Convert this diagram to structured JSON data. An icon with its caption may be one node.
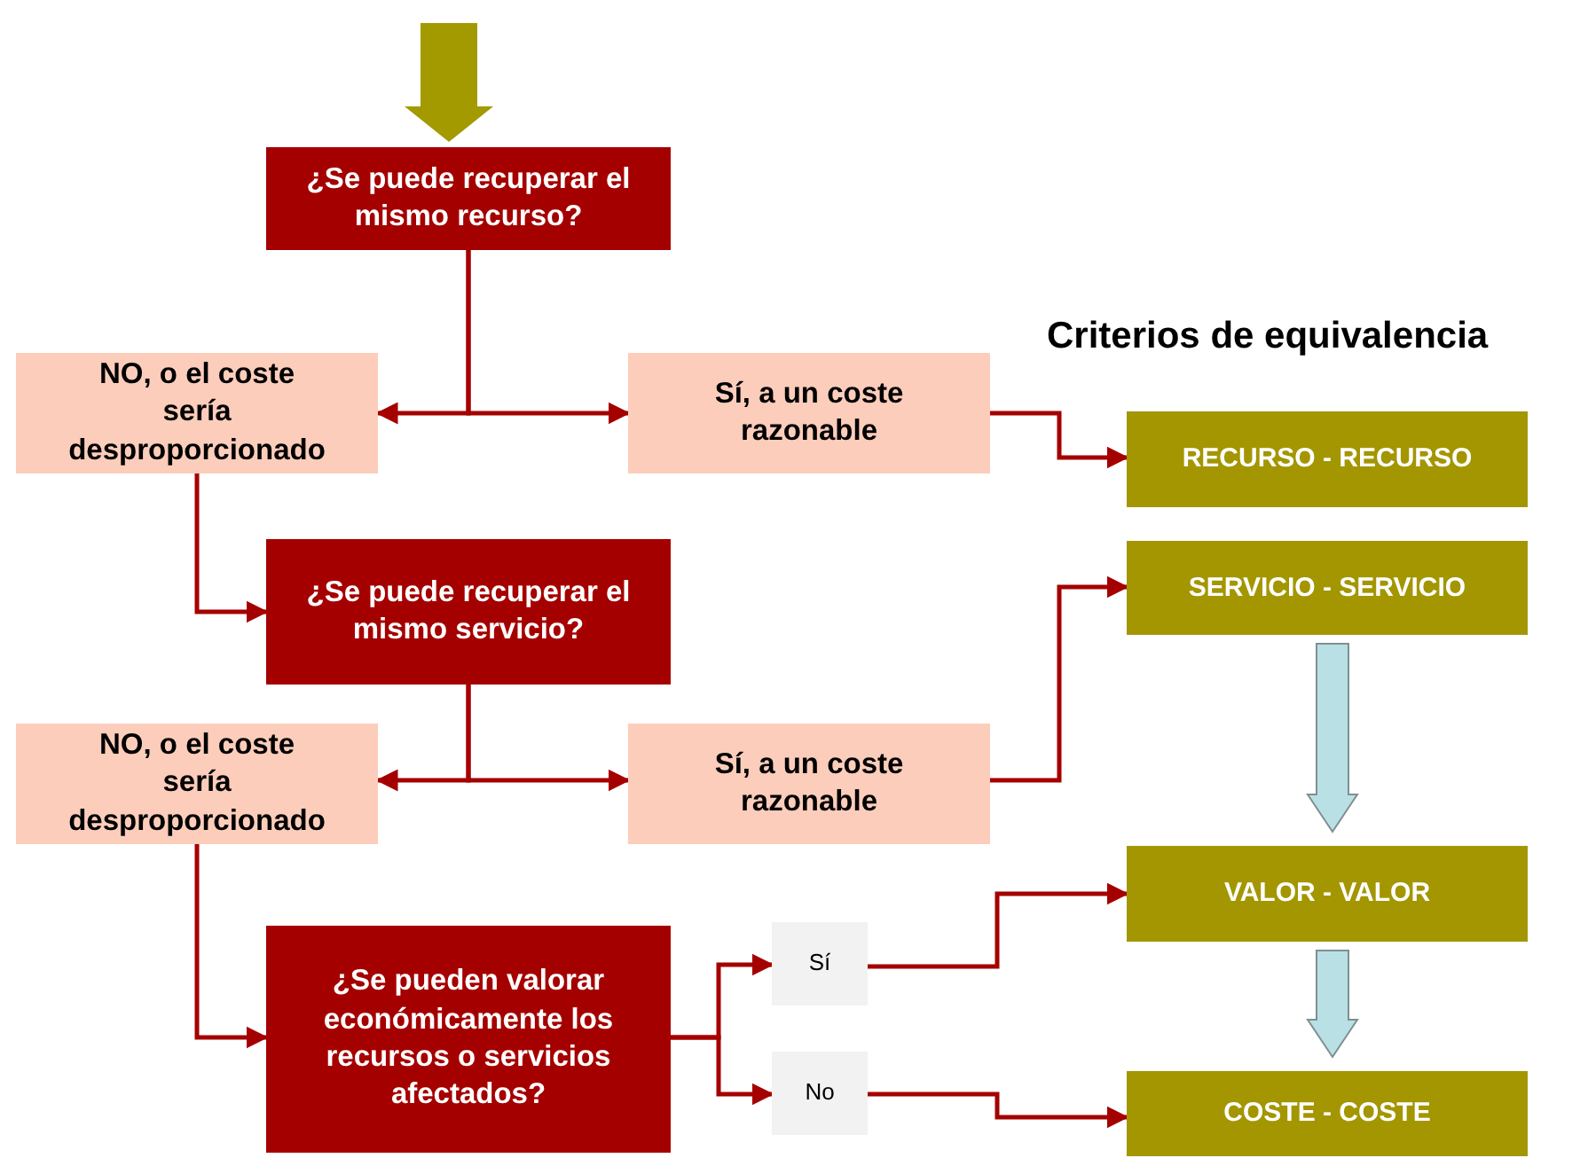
{
  "diagram": {
    "title": "Criterios de equivalencia",
    "nodes": [
      {
        "text": [
          "¿Se puede recuperar el mismo recurso?"
        ]
      },
      {
        "text": [
          "NO, o el coste sería desproporcionado"
        ]
      },
      {
        "text": [
          "Sí, a un coste razonable"
        ]
      },
      {
        "text": [
          "¿Se puede recuperar el mismo servicio?"
        ]
      },
      {
        "text": [
          "NO, o el coste sería desproporcionado"
        ]
      },
      {
        "text": [
          "Sí, a un coste razonable"
        ]
      },
      {
        "text": [
          "¿Se pueden valorar económicamente los recursos o servicios afectados?"
        ]
      },
      {
        "text": [
          "Sí"
        ]
      },
      {
        "text": [
          "No"
        ]
      },
      {
        "text": [
          "RECURSO - RECURSO"
        ]
      },
      {
        "text": [
          "SERVICIO - SERVICIO"
        ]
      },
      {
        "text": [
          "VALOR - VALOR"
        ]
      },
      {
        "text": [
          "COSTE - COSTE"
        ]
      }
    ],
    "edges": [
      {
        "from": null,
        "to": 0,
        "arrow": "to",
        "style": "thick",
        "color": "#a39a00"
      },
      {
        "from": 0,
        "to": 1,
        "arrow": "to"
      },
      {
        "from": 0,
        "to": 2,
        "arrow": "to"
      },
      {
        "from": 1,
        "to": 3,
        "arrow": "to"
      },
      {
        "from": 2,
        "to": 9,
        "arrow": "to"
      },
      {
        "from": 3,
        "to": 4,
        "arrow": "to"
      },
      {
        "from": 3,
        "to": 5,
        "arrow": "to"
      },
      {
        "from": 5,
        "to": 10,
        "arrow": "to"
      },
      {
        "from": 4,
        "to": 6,
        "arrow": "to"
      },
      {
        "from": 6,
        "to": 7,
        "arrow": "to"
      },
      {
        "from": 6,
        "to": 8,
        "arrow": "to"
      },
      {
        "from": 7,
        "to": 11,
        "arrow": "to"
      },
      {
        "from": 8,
        "to": 12,
        "arrow": "to"
      },
      {
        "from": 10,
        "to": 11,
        "arrow": "to",
        "style": "thick",
        "color": "#b9e1e5"
      },
      {
        "from": 11,
        "to": 12,
        "arrow": "to",
        "style": "thick",
        "color": "#b9e1e5"
      }
    ]
  }
}
